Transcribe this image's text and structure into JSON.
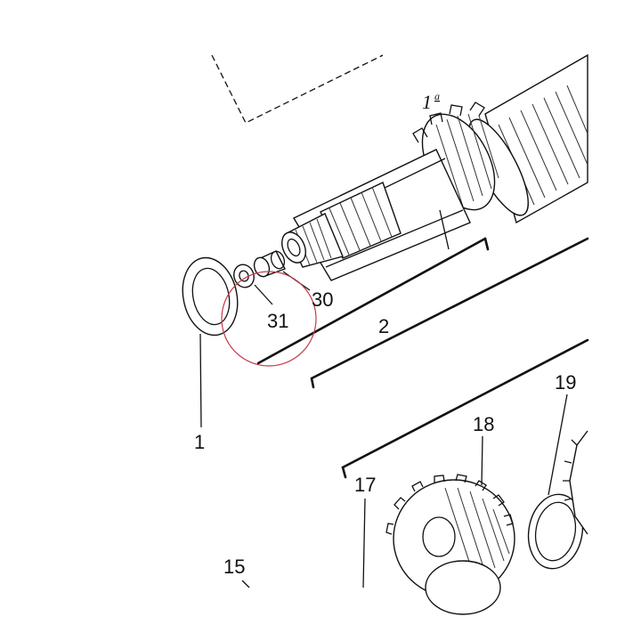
{
  "diagram": {
    "labels": {
      "gear_1a": "1",
      "gear_1a_sup": "a",
      "part_1": "1",
      "part_2": "2",
      "part_30": "30",
      "part_31": "31",
      "part_17": "17",
      "part_18": "18",
      "part_19": "19",
      "part_15": "15"
    },
    "colors": {
      "line": "#111111",
      "highlight_circle": "#c23b4a",
      "background": "#ffffff"
    }
  }
}
